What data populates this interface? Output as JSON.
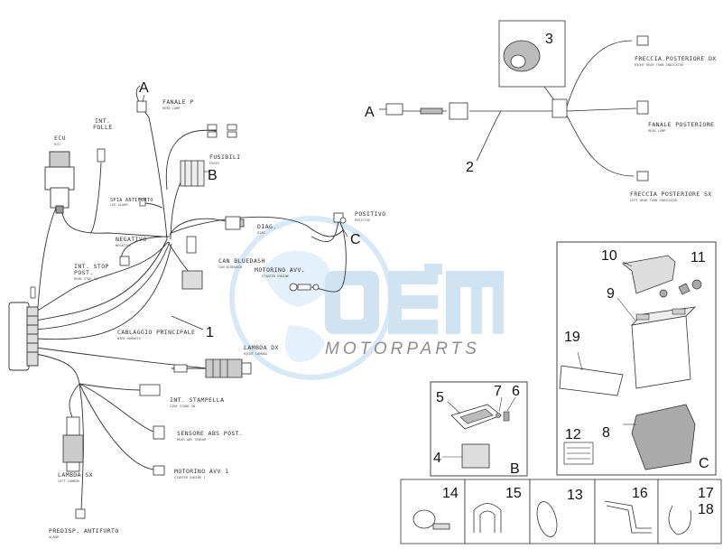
{
  "callouts": {
    "a_left": "A",
    "b_left": "B",
    "c_left": "C",
    "a_right": "A",
    "n1": "1",
    "n2": "2",
    "n3": "3",
    "n4": "4",
    "n5": "5",
    "n6": "6",
    "n7": "7",
    "n8": "8",
    "n9": "9",
    "n10": "10",
    "n11": "11",
    "n12": "12",
    "n13": "13",
    "n14": "14",
    "n15": "15",
    "n16": "16",
    "n17": "17",
    "n18": "18",
    "n19": "19",
    "box_b": "B",
    "box_c": "C"
  },
  "labels": {
    "ecu": {
      "it": "ECU",
      "en": "ECU"
    },
    "int_folle": {
      "it": "INT.",
      "it2": "FOLLE",
      "en": ""
    },
    "fanale_p": {
      "it": "FANALE P",
      "en": "REAR LAMP"
    },
    "fusibili": {
      "it": "FUSIBILI",
      "en": "FUSES"
    },
    "spia_antifurto": {
      "it": "SPIA ANTIFURTO",
      "en": "LED ALARM"
    },
    "diag": {
      "it": "DIAG.",
      "en": "DIAG"
    },
    "positivo": {
      "it": "POSITIVO",
      "en": "POSITIVE"
    },
    "negativo": {
      "it": "NEGATIVO",
      "en": "NEGATIVE"
    },
    "can_bluedash": {
      "it": "CAN BLUEDASH",
      "en": "CAN BLUEDASH"
    },
    "motorino_avv": {
      "it": "MOTORINO AVV.",
      "en": "STARTER ENGINE"
    },
    "int_stop_post": {
      "it": "INT. STOP",
      "it2": "POST.",
      "en": "REAR STOP SW"
    },
    "cablaggio": {
      "it": "CABLAGGIO PRINCIPALE",
      "en": "WIRE HARNESS"
    },
    "lambda_dx": {
      "it": "LAMBDA DX",
      "en": "RIGHT LAMBDA"
    },
    "int_stampella": {
      "it": "INT. STAMPELLA",
      "en": "SIDE STAND SW."
    },
    "sensore_abs": {
      "it": "SENSORE ABS POST.",
      "en": "REAR ABS SENSOR"
    },
    "motorino_avv_1": {
      "it": "MOTORINO AVV 1",
      "en": "STARTER ENGINE 1"
    },
    "lambda_sx": {
      "it": "LAMBDA SX",
      "en": "LEFT LAMBDA"
    },
    "predisp": {
      "it": "PREDISP. ANTIFURTO",
      "en": "ALARM"
    },
    "freccia_dx": {
      "it": "FRECCIA POSTERIORE DX",
      "en": "RIGHT REAR TURN INDICATOR"
    },
    "fanale_post": {
      "it": "FANALE POSTERIORE",
      "en": "REAR LAMP"
    },
    "freccia_sx": {
      "it": "FRECCIA POSTERIORE SX",
      "en": "LEFT REAR TURN INDICATOR"
    }
  },
  "watermark": {
    "logo": "OEM",
    "sub": "MOTORPARTS",
    "color": "#9fc9ea"
  }
}
